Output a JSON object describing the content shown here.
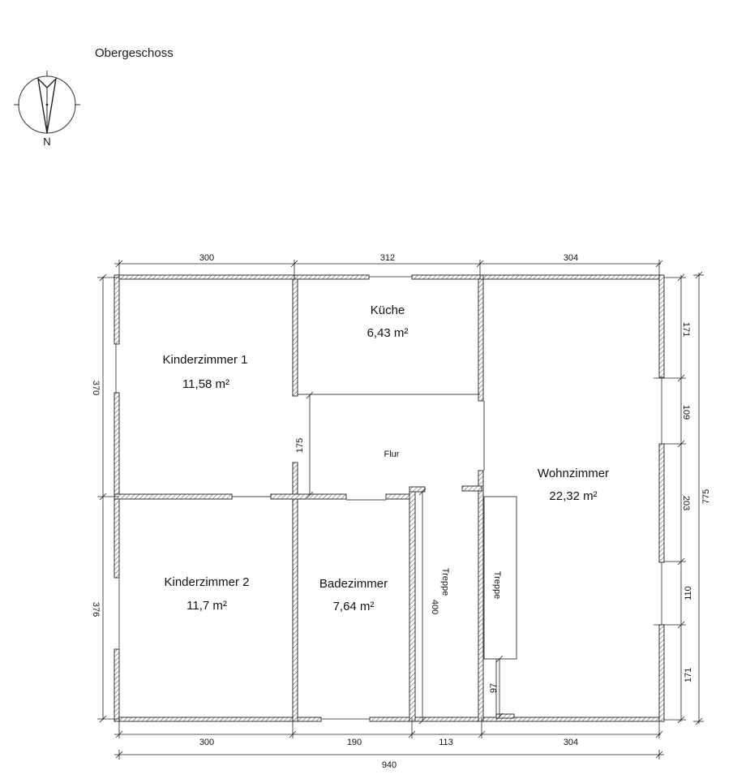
{
  "title": "Obergeschoss",
  "compass": {
    "north_label": "N"
  },
  "rooms": [
    {
      "id": "kinderzimmer-1",
      "name": "Kinderzimmer 1",
      "area": "11,58 m²"
    },
    {
      "id": "kueche",
      "name": "Küche",
      "area": "6,43 m²"
    },
    {
      "id": "flur",
      "name": "Flur",
      "area": ""
    },
    {
      "id": "wohnzimmer",
      "name": "Wohnzimmer",
      "area": "22,32 m²"
    },
    {
      "id": "kinderzimmer-2",
      "name": "Kinderzimmer 2",
      "area": "11,7 m²"
    },
    {
      "id": "badezimmer",
      "name": "Badezimmer",
      "area": "7,64 m²"
    }
  ],
  "stairs": [
    {
      "id": "treppe-left",
      "label": "Treppe",
      "dimension": "400"
    },
    {
      "id": "treppe-right",
      "label": "Treppe"
    }
  ],
  "dimensions": {
    "top": [
      "300",
      "312",
      "304"
    ],
    "bottom": [
      "300",
      "190",
      "113",
      "304"
    ],
    "total_width": "940",
    "left": [
      "370",
      "376"
    ],
    "right": [
      "171",
      "109",
      "203",
      "110",
      "171"
    ],
    "total_height": "775",
    "flur_height": "175",
    "stair_gap": "97"
  },
  "colors": {
    "wall_line": "#333333",
    "dim_line": "#222222",
    "background": "#ffffff"
  }
}
